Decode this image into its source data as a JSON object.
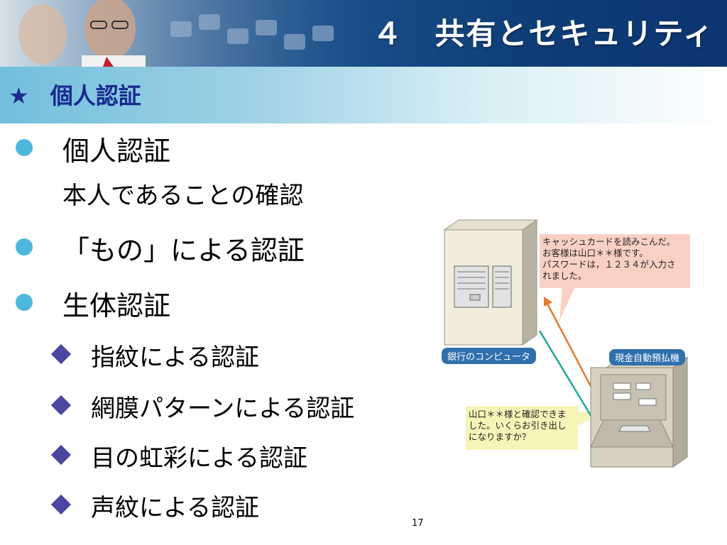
{
  "header": {
    "title": "４　共有とセキュリティ",
    "subtitle_star": "★",
    "subtitle": "個人認証"
  },
  "bullets": [
    {
      "text": "個人認証",
      "subtext": "本人であることの確認"
    },
    {
      "text": "「もの」による認証"
    },
    {
      "text": "生体認証",
      "children": [
        "指紋による認証",
        "網膜パターンによる認証",
        "目の虹彩による認証",
        "声紋による認証"
      ]
    }
  ],
  "illustration": {
    "bubble_atm_lines": [
      "キャッシュカードを読みこんだ。",
      "お客様は山口＊＊様です。",
      "パスワードは，１２３４が入力さ",
      "れました。"
    ],
    "bubble_bank_lines": [
      "山口＊＊様と確認できま",
      "した。いくらお引き出し",
      "になりますか？"
    ],
    "label_bank": "銀行のコンピュータ",
    "label_atm": "現金自動預払機"
  },
  "page_number": "17",
  "colors": {
    "banner_blue": "#1b4f8a",
    "subtitle_text": "#1b2a8f",
    "bullet_dot": "#4db8dc",
    "bullet_diamond": "#4b46a0",
    "label_bg": "#2f6fae",
    "arrow_orange": "#e8782d",
    "arrow_teal": "#1fa99a"
  }
}
